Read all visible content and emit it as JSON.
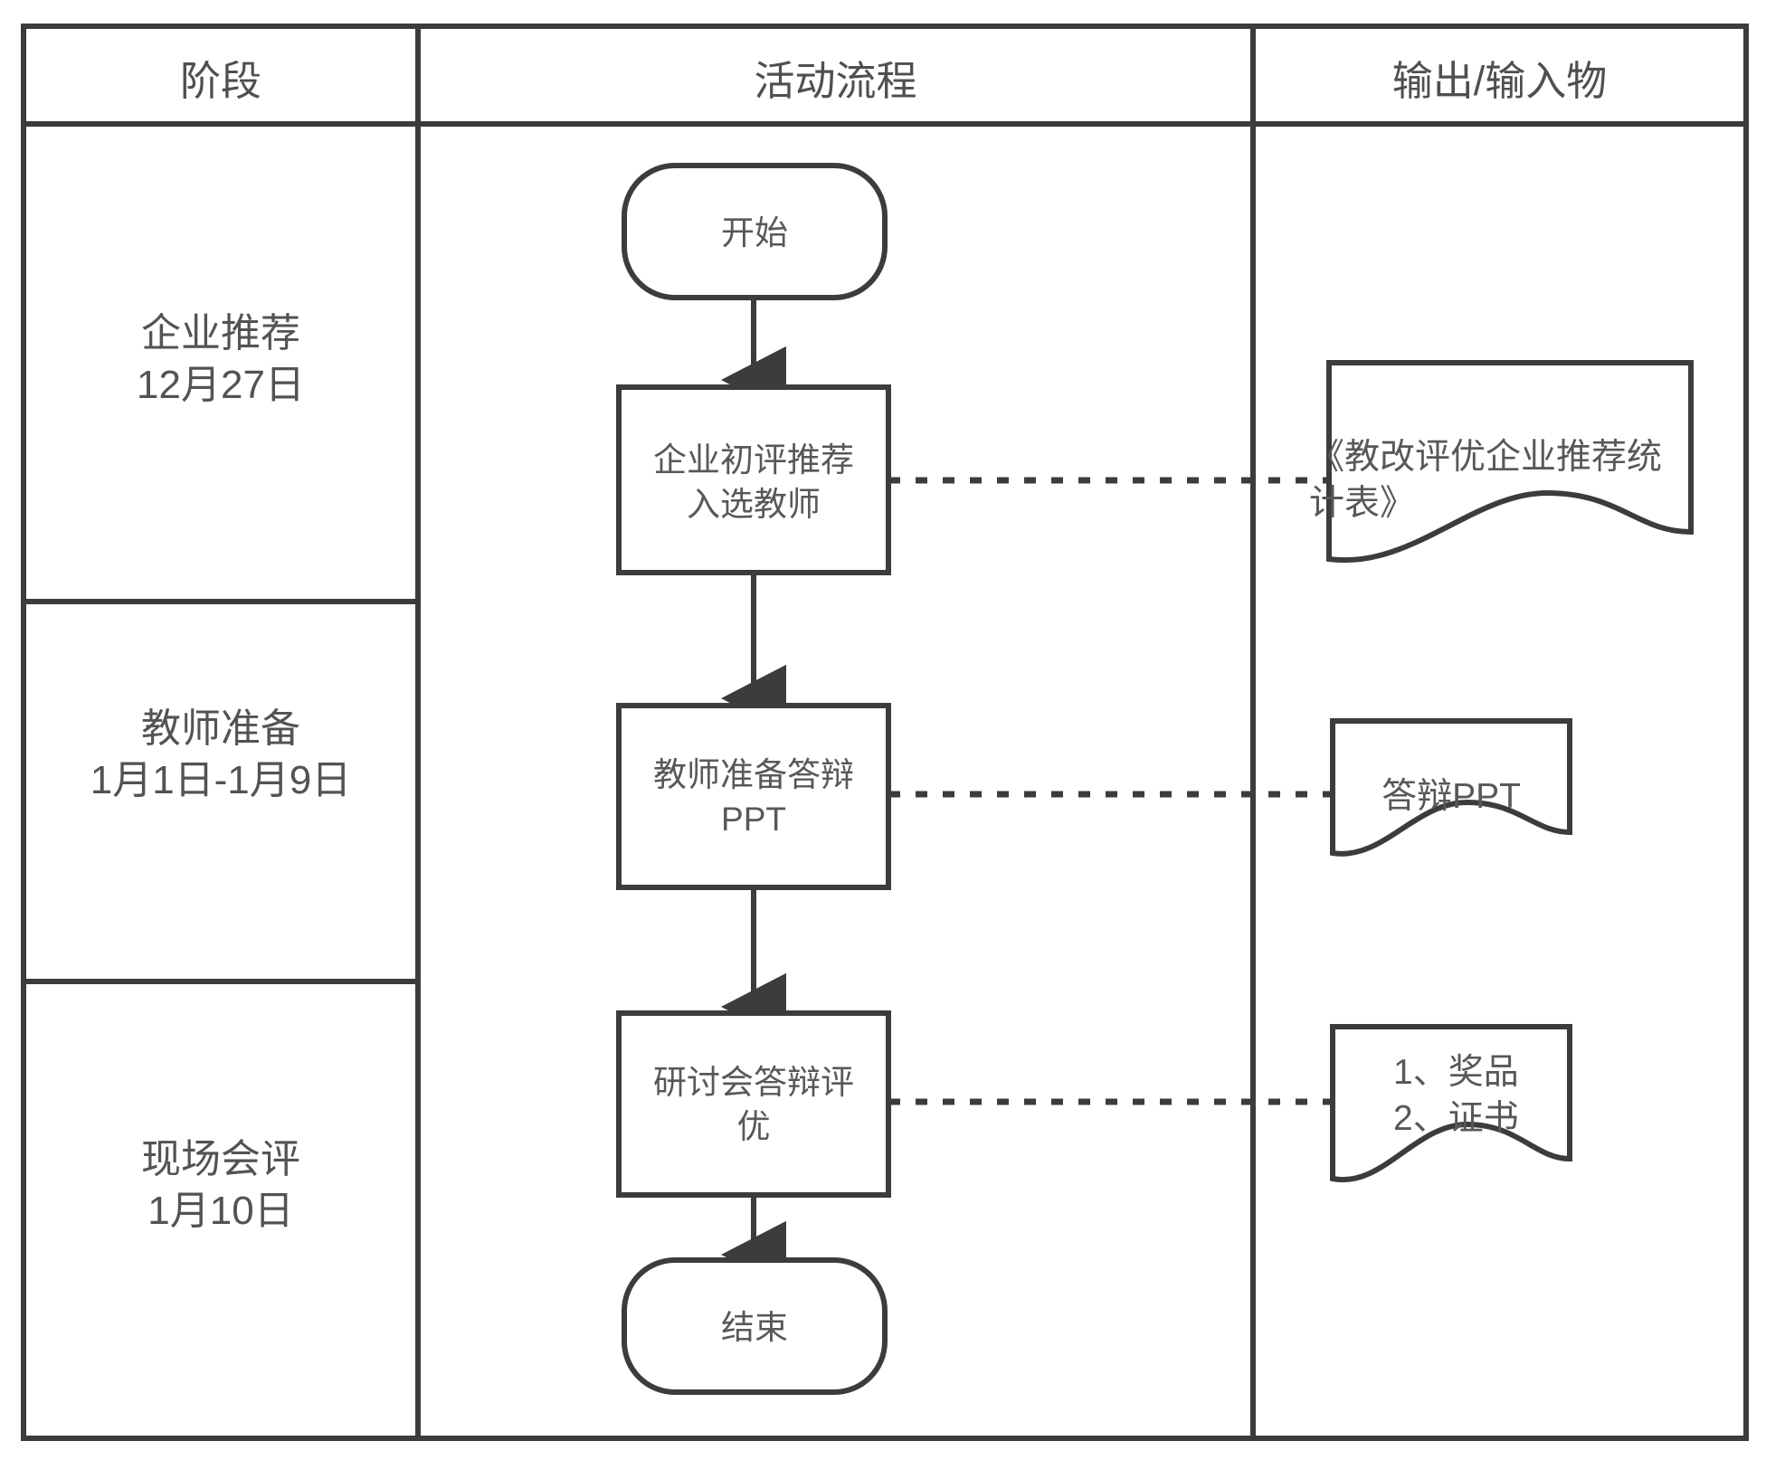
{
  "diagram": {
    "title": "",
    "stroke_color": "#3c3c3c",
    "text_color": "#555555",
    "background": "#ffffff"
  },
  "table": {
    "headers": [
      {
        "label": "阶段",
        "name": "column-header-stage"
      },
      {
        "label": "活动流程",
        "name": "column-header-activity-flow"
      },
      {
        "label": "输出/输入物",
        "name": "column-header-output-input"
      }
    ]
  },
  "stages": [
    {
      "name": "企业推荐",
      "date": "12月27日"
    },
    {
      "name": "教师准备",
      "date": "1月1日-1月9日"
    },
    {
      "name": "现场会评",
      "date": "1月10日"
    }
  ],
  "flow": {
    "nodes": [
      {
        "id": "start",
        "type": "terminator",
        "label": "开始"
      },
      {
        "id": "p1",
        "type": "process",
        "label": "企业初评推荐\n入选教师"
      },
      {
        "id": "p2",
        "type": "process",
        "label": "教师准备答辩\nPPT"
      },
      {
        "id": "p3",
        "type": "process",
        "label": "研讨会答辩评\n优"
      },
      {
        "id": "end",
        "type": "terminator",
        "label": "结束"
      }
    ],
    "edges": [
      {
        "from": "start",
        "to": "p1",
        "style": "solid-arrow"
      },
      {
        "from": "p1",
        "to": "p2",
        "style": "solid-arrow"
      },
      {
        "from": "p2",
        "to": "p3",
        "style": "solid-arrow"
      },
      {
        "from": "p3",
        "to": "end",
        "style": "solid-arrow"
      }
    ]
  },
  "documents": [
    {
      "id": "d1",
      "label": "《教改评优企业推荐统\n计表》",
      "linked_node": "p1",
      "connector": "dotted"
    },
    {
      "id": "d2",
      "label": "答辩PPT",
      "linked_node": "p2",
      "connector": "dotted"
    },
    {
      "id": "d3",
      "label": "1、奖品\n2、证书",
      "linked_node": "p3",
      "connector": "dotted"
    }
  ]
}
